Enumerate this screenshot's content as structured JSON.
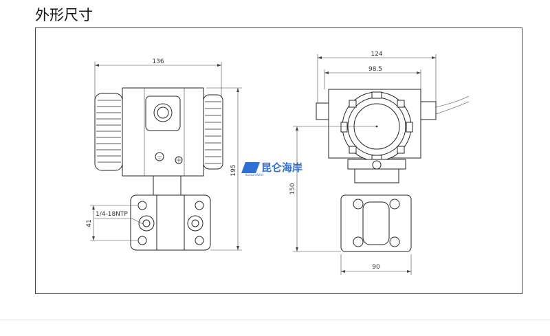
{
  "header": {
    "title": "外形尺寸"
  },
  "diagram": {
    "left_view": {
      "dim_width": "136",
      "dim_height": "195",
      "dim_flange": "41",
      "thread_label": "1/4-18NTP"
    },
    "right_view": {
      "dim_top": "124",
      "dim_inner": "98.5",
      "dim_height": "150",
      "dim_bottom": "90"
    },
    "watermark": {
      "text": "昆仑海岸",
      "subtext": "KunLunHaiAn"
    }
  }
}
